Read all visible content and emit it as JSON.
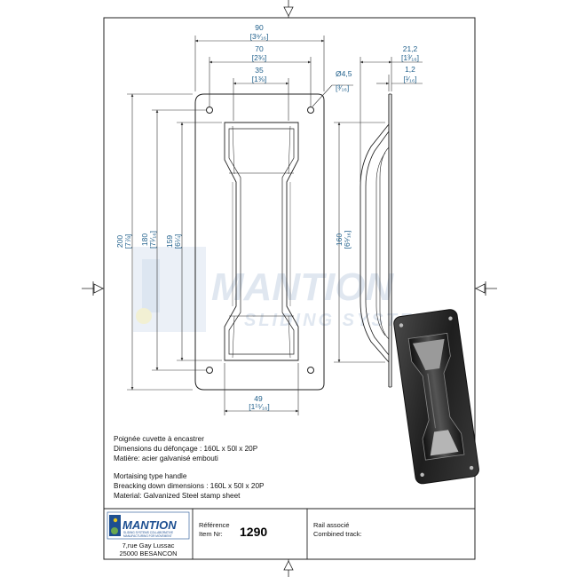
{
  "drawing": {
    "front_view": {
      "width_90": "90",
      "width_90_in": "[3⁹⁄₁₆]",
      "width_70": "70",
      "width_70_in": "[2¾]",
      "width_35": "35",
      "width_35_in": "[1⅜]",
      "width_49": "49",
      "width_49_in": "[1¹⁵⁄₁₆]",
      "height_200": "200",
      "height_200_in": "[7⅞]",
      "height_180": "180",
      "height_180_in": "[7¹⁄₁₆]",
      "height_159": "159",
      "height_159_in": "[6¼]"
    },
    "side_view": {
      "hole": "Ø4,5",
      "hole_in": "[³⁄₁₆]",
      "depth_21": "21,2",
      "depth_21_in": "[1³⁄₁₆]",
      "thick_1": "1,2",
      "thick_1_in": "[¹⁄₁₆]",
      "height_160": "160",
      "height_160_in": "[6⁵⁄₁₆]"
    }
  },
  "watermark": {
    "brand": "MANTION",
    "tagline": "SLIDING SYSTEMS"
  },
  "description": {
    "fr_1": "Poignée cuvette à encastrer",
    "fr_2": "Dimensions du défonçage : 160L x 50l x 20P",
    "fr_3": "Matière: acier galvanisé embouti",
    "en_1": "Mortaising type handle",
    "en_2": "Breacking down dimensions : 160L x 50l x 20P",
    "en_3": "Material: Galvanized Steel stamp sheet"
  },
  "title_block": {
    "logo_text": "MANTION",
    "logo_tagline_1": "SLIDING SYSTEMS COLLABORATIVE",
    "logo_tagline_2": "MANUFACTURING FOR MOVEMENT",
    "address_1": "7,rue Gay Lussac",
    "address_2": "25000 BESANCON",
    "ref_label_1": "Référence",
    "ref_label_2": "Item Nr:",
    "ref_value": "1290",
    "rail_label_1": "Rail associé",
    "rail_label_2": "Combined track:"
  },
  "colors": {
    "dimension": "#1f5f8b",
    "logo_blue": "#1d4f91",
    "logo_green": "#6aa84f",
    "photo_dark": "#2a2a2a"
  }
}
